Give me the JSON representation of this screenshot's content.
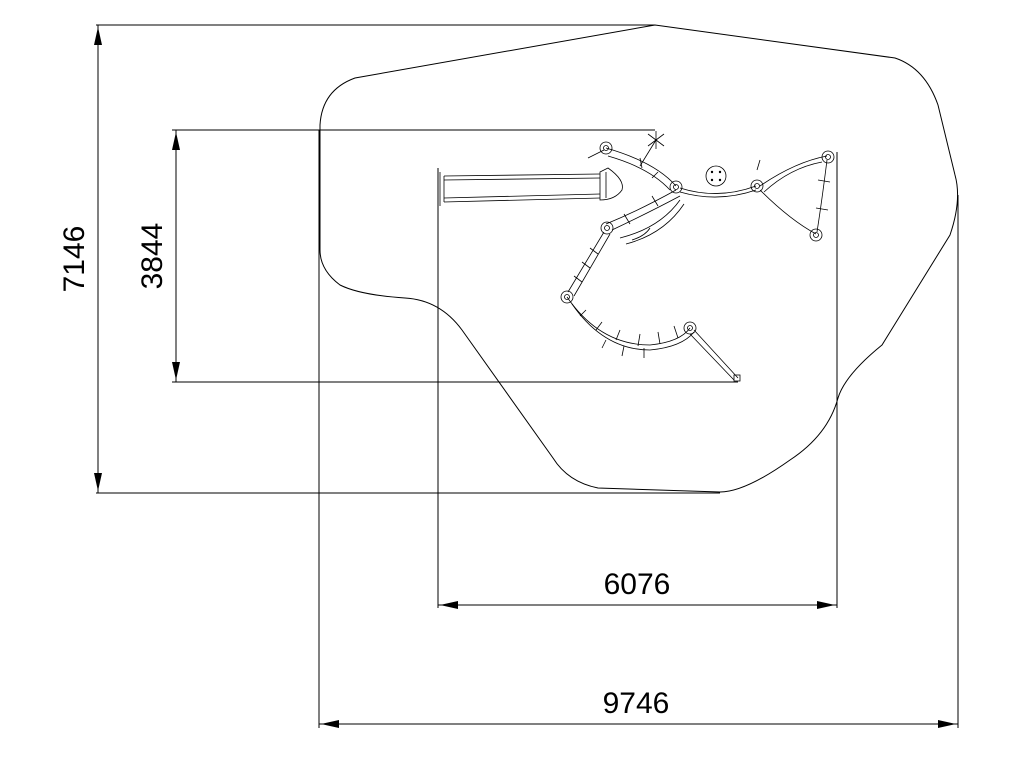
{
  "drawing": {
    "dimensions": {
      "overall_height": "7146",
      "equipment_height": "3844",
      "equipment_width": "6076",
      "overall_width": "9746"
    }
  }
}
